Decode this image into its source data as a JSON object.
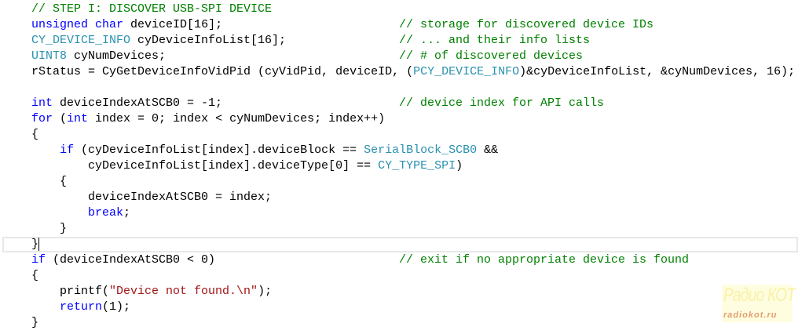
{
  "editor": {
    "current_line": 15,
    "lines": [
      {
        "tokens": [
          [
            "// STEP I: DISCOVER USB-SPI DEVICE",
            "cmt"
          ]
        ]
      },
      {
        "tokens": [
          [
            "unsigned",
            "kw"
          ],
          [
            " ",
            "txt"
          ],
          [
            "char",
            "kw"
          ],
          [
            " deviceID[16];",
            "txt"
          ]
        ],
        "comment": "// storage for discovered device IDs"
      },
      {
        "tokens": [
          [
            "CY_DEVICE_INFO",
            "type"
          ],
          [
            " cyDeviceInfoList[16];",
            "txt"
          ]
        ],
        "comment": "// ... and their info lists"
      },
      {
        "tokens": [
          [
            "UINT8",
            "type"
          ],
          [
            " cyNumDevices;",
            "txt"
          ]
        ],
        "comment": "// # of discovered devices"
      },
      {
        "tokens": [
          [
            "rStatus = CyGetDeviceInfoVidPid (cyVidPid, deviceID, (",
            "txt"
          ],
          [
            "PCY_DEVICE_INFO",
            "type"
          ],
          [
            ")&cyDeviceInfoList, &cyNumDevices, 16);",
            "txt"
          ]
        ]
      },
      {
        "tokens": []
      },
      {
        "tokens": [
          [
            "int",
            "kw"
          ],
          [
            " deviceIndexAtSCB0 = -1;",
            "txt"
          ]
        ],
        "comment": "// device index for API calls"
      },
      {
        "tokens": [
          [
            "for",
            "kw"
          ],
          [
            " (",
            "txt"
          ],
          [
            "int",
            "kw"
          ],
          [
            " index = 0; index < cyNumDevices; index++)",
            "txt"
          ]
        ]
      },
      {
        "tokens": [
          [
            "{",
            "txt"
          ]
        ]
      },
      {
        "tokens": [
          [
            "    ",
            "txt"
          ],
          [
            "if",
            "kw"
          ],
          [
            " (cyDeviceInfoList[index].deviceBlock == ",
            "txt"
          ],
          [
            "SerialBlock_SCB0",
            "type"
          ],
          [
            " &&",
            "txt"
          ]
        ]
      },
      {
        "tokens": [
          [
            "        cyDeviceInfoList[index].deviceType[0] == ",
            "txt"
          ],
          [
            "CY_TYPE_SPI",
            "type"
          ],
          [
            ")",
            "txt"
          ]
        ]
      },
      {
        "tokens": [
          [
            "    {",
            "txt"
          ]
        ]
      },
      {
        "tokens": [
          [
            "        deviceIndexAtSCB0 = index;",
            "txt"
          ]
        ]
      },
      {
        "tokens": [
          [
            "        ",
            "txt"
          ],
          [
            "break",
            "kw"
          ],
          [
            ";",
            "txt"
          ]
        ]
      },
      {
        "tokens": [
          [
            "    }",
            "txt"
          ]
        ]
      },
      {
        "tokens": [
          [
            "}",
            "txt"
          ]
        ]
      },
      {
        "tokens": [
          [
            "if",
            "kw"
          ],
          [
            " (deviceIndexAtSCB0 < 0)",
            "txt"
          ]
        ],
        "comment": "// exit if no appropriate device is found"
      },
      {
        "tokens": [
          [
            "{",
            "txt"
          ]
        ]
      },
      {
        "tokens": [
          [
            "    printf(",
            "txt"
          ],
          [
            "\"Device not found.\\n\"",
            "str"
          ],
          [
            ");",
            "txt"
          ]
        ]
      },
      {
        "tokens": [
          [
            "    ",
            "txt"
          ],
          [
            "return",
            "kw"
          ],
          [
            "(1);",
            "txt"
          ]
        ]
      },
      {
        "tokens": [
          [
            "}",
            "txt"
          ]
        ]
      }
    ]
  },
  "watermark": {
    "title": "Радио КОТ",
    "site": "radiokot.ru"
  },
  "colors": {
    "comment": "#008000",
    "keyword": "#0000ff",
    "type": "#2b91af",
    "string": "#a31515"
  }
}
